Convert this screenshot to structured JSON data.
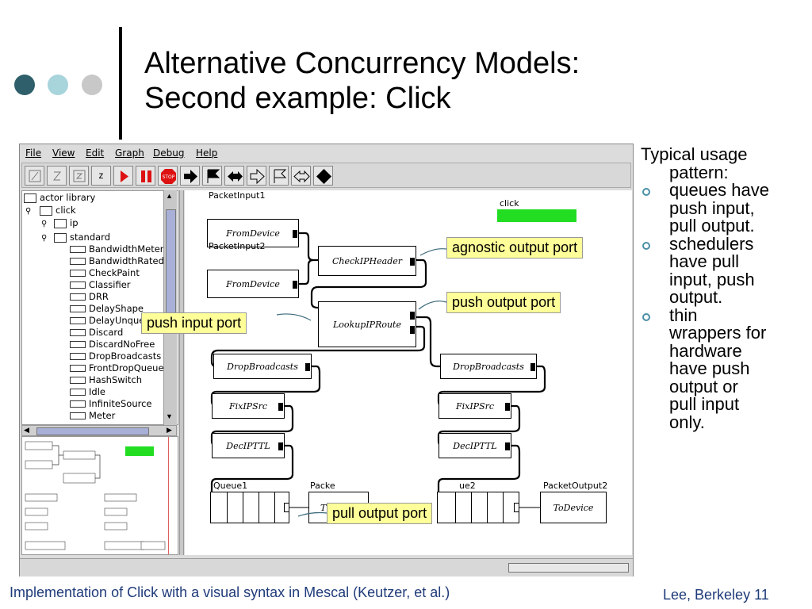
{
  "slide": {
    "title_line1": "Alternative Concurrency Models:",
    "title_line2": "Second example: Click",
    "caption": "Implementation of Click with a visual syntax in Mescal (Keutzer, et al.)",
    "footer_right": "Lee, Berkeley 11",
    "colors": {
      "dot1": "#2e5f6a",
      "dot2": "#a8d4dc",
      "dot3": "#c8c8c8",
      "caption": "#1f3b7a",
      "callout_bg": "#ffff99",
      "bullet": "#4a8fa8"
    }
  },
  "bullets": {
    "intro_line1": "Typical usage",
    "intro_line2": "pattern:",
    "items": [
      {
        "lines": [
          "queues have",
          "push input,",
          "pull output."
        ]
      },
      {
        "lines": [
          "schedulers",
          "have pull",
          "input, push",
          "output."
        ]
      },
      {
        "lines": [
          "thin",
          "wrappers for",
          "hardware",
          "have push",
          "output or",
          "pull input",
          "only."
        ]
      }
    ]
  },
  "app": {
    "menu": [
      "File",
      "View",
      "Edit",
      "Graph",
      "Debug",
      "Help"
    ],
    "toolbar_icons": [
      "zoom-reset-icon",
      "zoom-fit-icon",
      "zoom-box-icon",
      "zoom-small-icon",
      "run-icon",
      "pause-icon",
      "stop-icon",
      "step-icon",
      "flag-icon",
      "step-back-icon",
      "outline-arrow-icon",
      "outline-flag-icon",
      "outline-back-icon",
      "diamond-icon"
    ],
    "stop_label": "STOP",
    "zoom_small_label": "z",
    "tree": {
      "root": "actor library",
      "click": "click",
      "ip": "ip",
      "standard": "standard",
      "items": [
        "BandwidthMeter",
        "BandwidthRatedS",
        "CheckPaint",
        "Classifier",
        "DRR",
        "DelayShape",
        "DelayUnque",
        "Discard",
        "DiscardNoFree",
        "DropBroadcasts",
        "FrontDropQueue",
        "HashSwitch",
        "Idle",
        "InfiniteSource",
        "Meter"
      ]
    },
    "canvas": {
      "labels": {
        "packet_input1": "PacketInput1",
        "packet_input2": "PacketInput2",
        "click": "click",
        "queue1": "Queue1",
        "queue2_partial": "Packe",
        "queue2_right": "ue2",
        "packet_output2": "PacketOutput2"
      },
      "blocks": {
        "from_device_1": "FromDevice",
        "from_device_2": "FromDevice",
        "check_ip_header": "CheckIPHeader",
        "lookup_ip_route": "LookupIPRoute",
        "drop_broadcasts_1": "DropBroadcasts",
        "drop_broadcasts_2": "DropBroadcasts",
        "fix_ip_src_1": "FixIPSrc",
        "fix_ip_src_2": "FixIPSrc",
        "dec_ip_ttl_1": "DecIPTTL",
        "dec_ip_ttl_2": "DecIPTTL",
        "to_device_partial": "T",
        "to_device": "ToDevice"
      },
      "click_color": "#22dd22"
    },
    "callouts": {
      "agnostic": "agnostic output port",
      "push_output": "push output port",
      "push_input": "push input port",
      "pull_output": "pull output port"
    }
  }
}
